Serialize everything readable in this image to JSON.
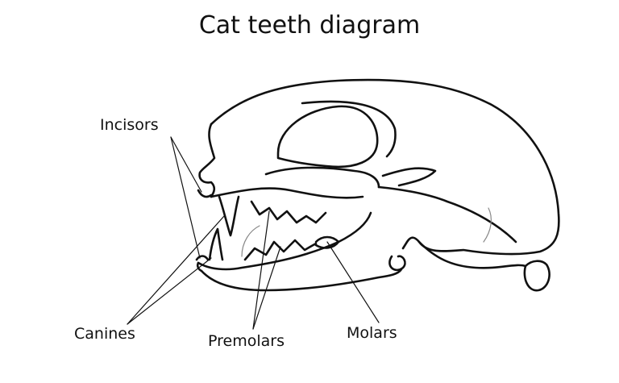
{
  "title": "Cat teeth diagram",
  "labels": {
    "incisors": "Incisors",
    "canines": "Canines",
    "premolars": "Premolars",
    "molars": "Molars"
  },
  "colors": {
    "ink": "#111111",
    "background": "#ffffff"
  }
}
